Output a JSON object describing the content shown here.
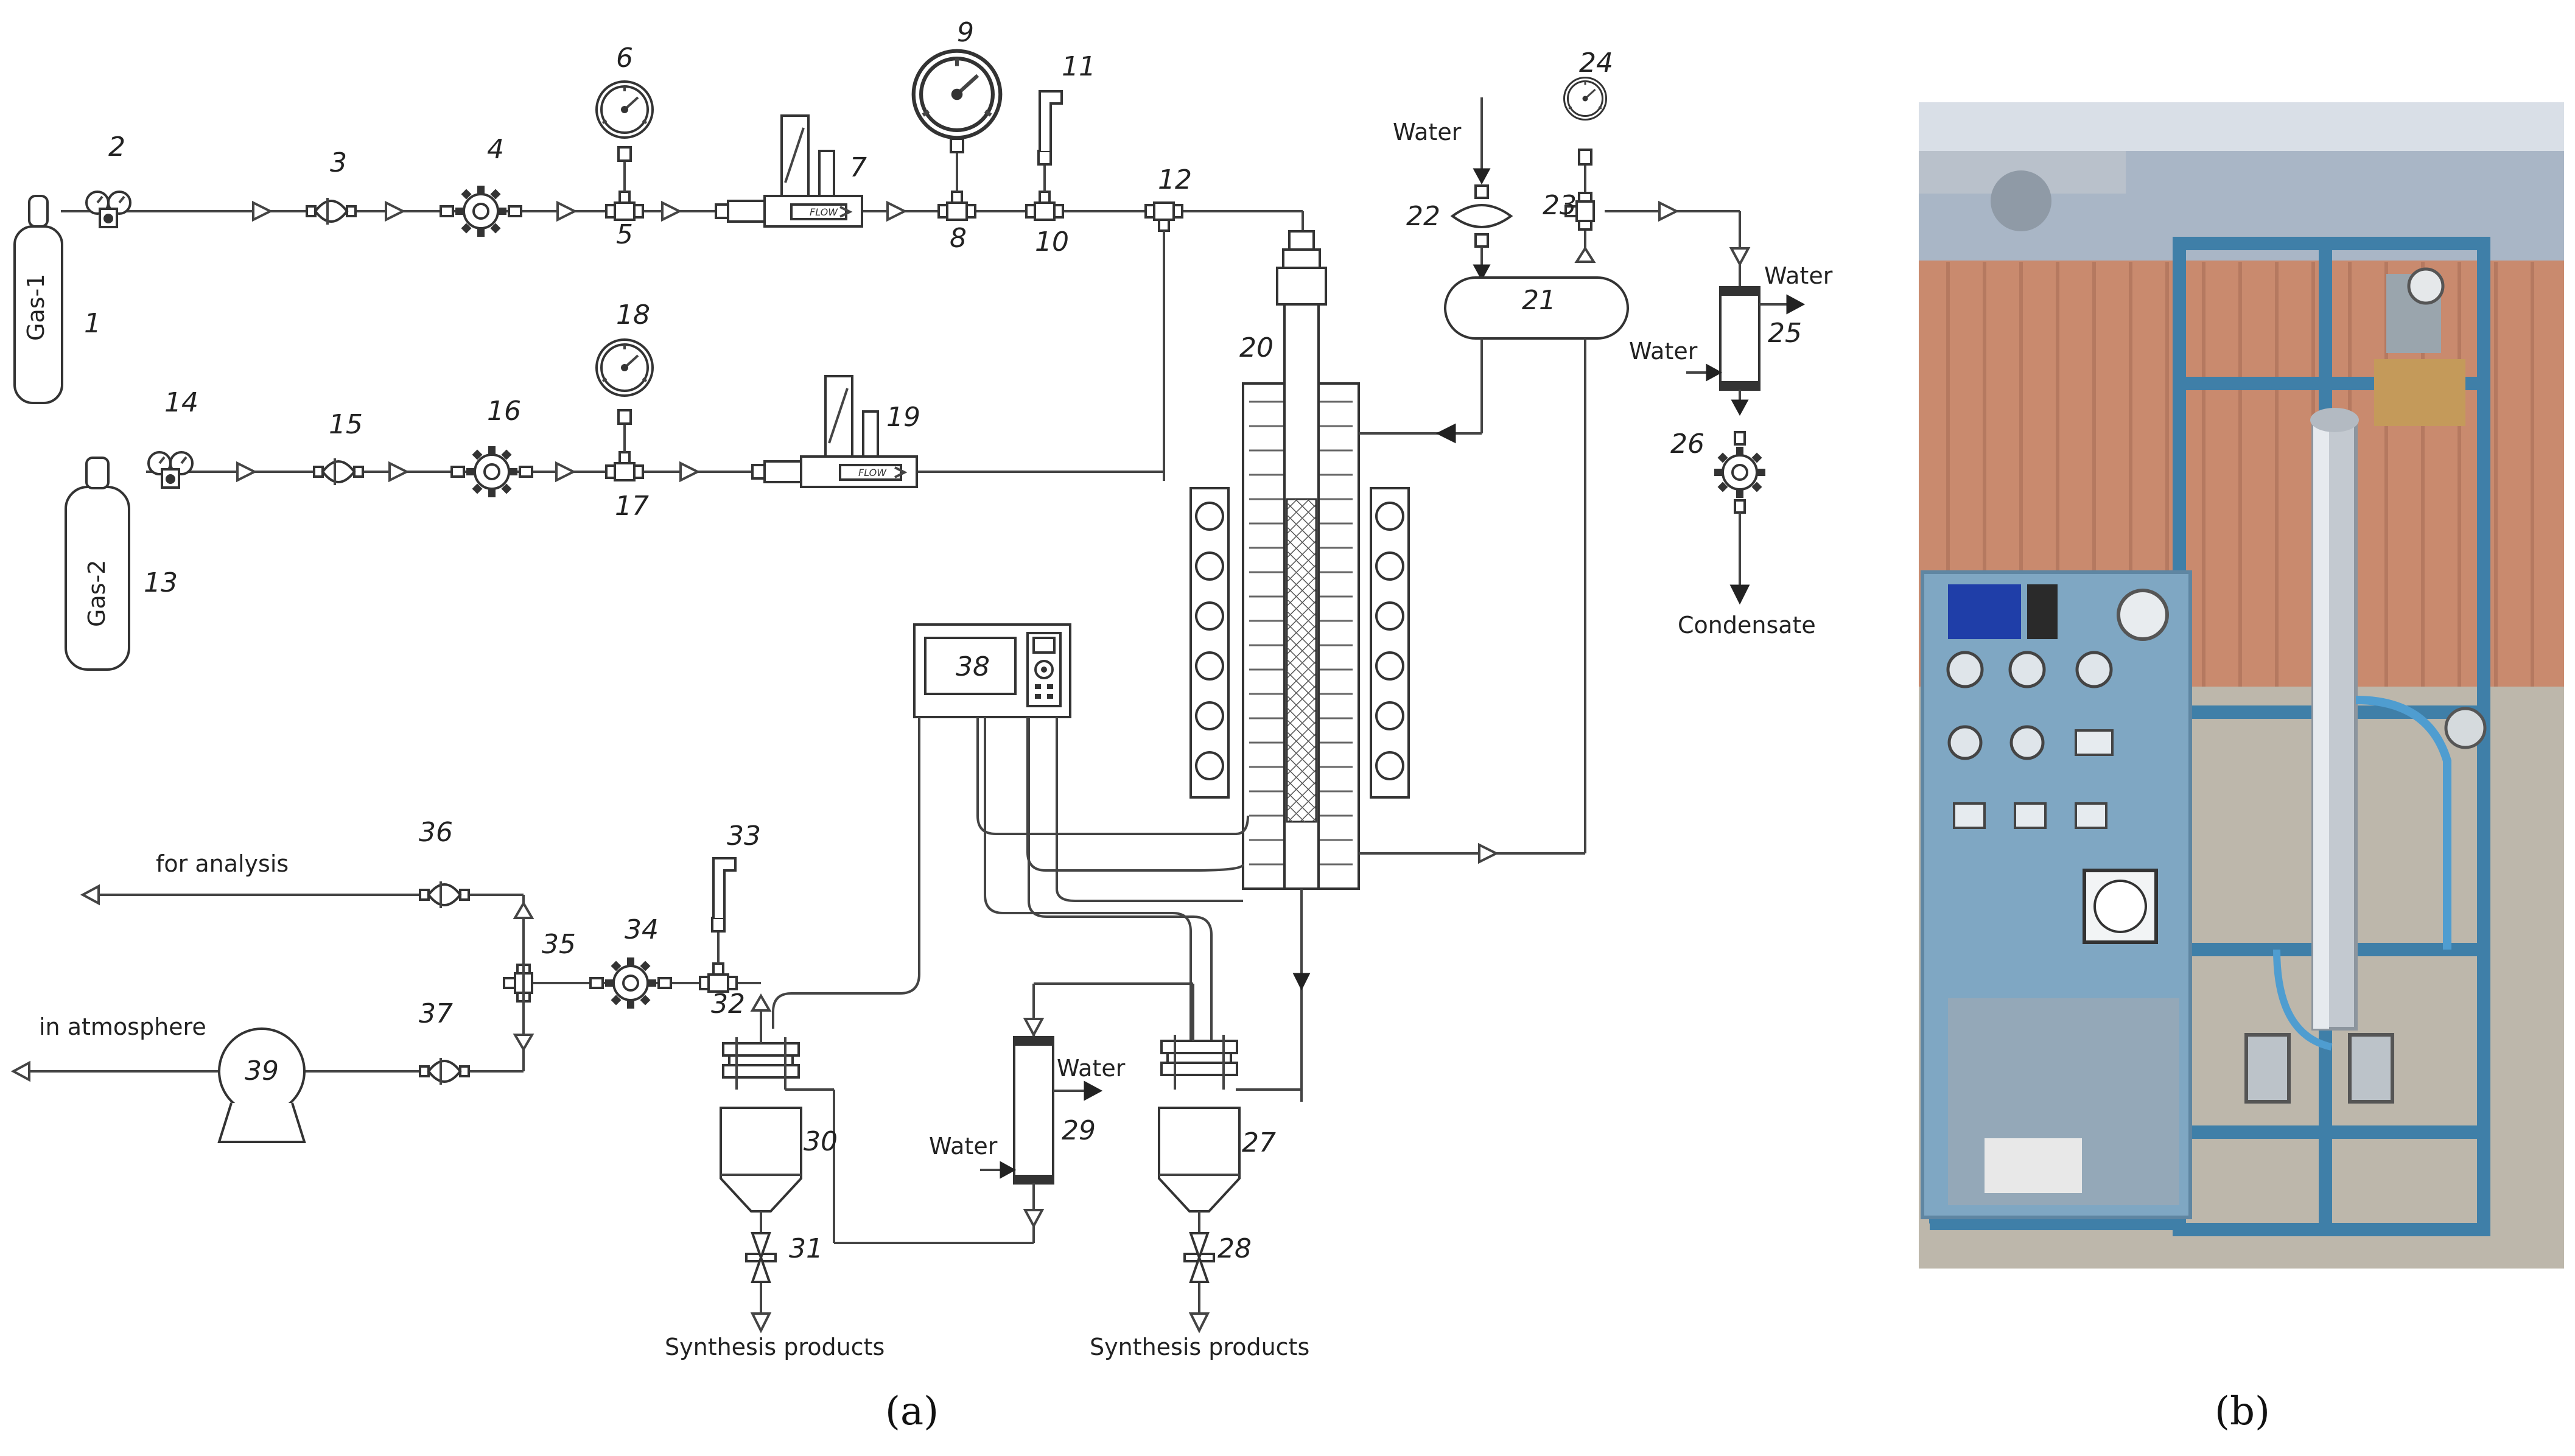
{
  "gas_labels": [
    "Gas-1",
    "Gas-2"
  ],
  "numbers": [
    "1",
    "2",
    "3",
    "4",
    "5",
    "6",
    "7",
    "8",
    "9",
    "10",
    "11",
    "12",
    "13",
    "14",
    "15",
    "16",
    "17",
    "18",
    "19",
    "20",
    "21",
    "22",
    "23",
    "24",
    "25",
    "26",
    "27",
    "28",
    "29",
    "30",
    "31",
    "32",
    "33",
    "34",
    "35",
    "36",
    "37",
    "38",
    "39"
  ],
  "stream_labels": {
    "water_in_top": "Water",
    "water_out_25": "Water",
    "water_in_25": "Water",
    "condensate": "Condensate",
    "water_out_29": "Water",
    "water_in_29": "Water",
    "synthesis_products_1": "Synthesis products",
    "synthesis_products_2": "Synthesis products",
    "for_analysis": "for analysis",
    "in_atmosphere": "in atmosphere"
  },
  "flowmeter_text": "FLOW",
  "panel_labels": [
    "(a)",
    "(b)"
  ],
  "colors": {
    "line": "#444444",
    "photo_frame": "#3f7fa8",
    "photo_wall": "#c98a6e"
  }
}
